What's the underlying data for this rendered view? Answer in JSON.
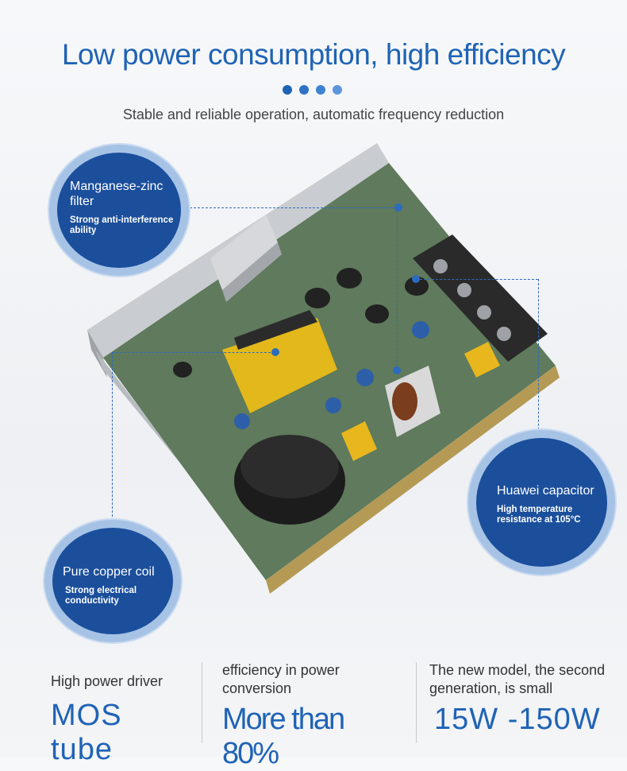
{
  "header": {
    "title": "Low power consumption, high efficiency",
    "subtitle": "Stable and reliable operation, automatic frequency reduction",
    "dot_colors": [
      "#1f63b5",
      "#2d72c4",
      "#3e83d2",
      "#5b97dc"
    ]
  },
  "callouts": {
    "filter": {
      "title": "Manganese-zinc filter",
      "desc": "Strong anti-interference ability"
    },
    "capacitor": {
      "title": "Huawei capacitor",
      "desc": "High temperature resistance at 105°C"
    },
    "coil": {
      "title": "Pure copper coil",
      "desc": "Strong electrical conductivity"
    }
  },
  "stats": [
    {
      "label": "High power driver",
      "value": "MOS tube"
    },
    {
      "label": "efficiency in power conversion",
      "value": "More than 80%"
    },
    {
      "label": "The new model, the second generation, is small",
      "value": "15W -150W"
    }
  ],
  "colors": {
    "accent": "#1f63b5",
    "callout_fill": "#1b4f9c",
    "callout_ring": "#a6c3e6"
  }
}
